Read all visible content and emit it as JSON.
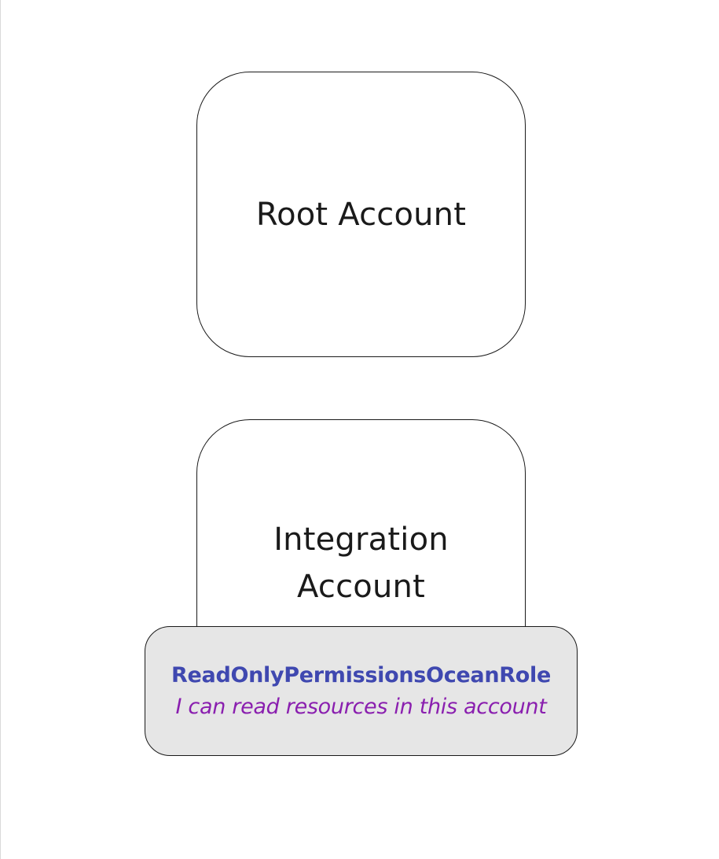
{
  "diagram": {
    "root_account": {
      "label": "Root Account"
    },
    "integration_account": {
      "label_line1": "Integration",
      "label_line2": "Account"
    },
    "role": {
      "name": "ReadOnlyPermissionsOceanRole",
      "description": "I can read resources in this account",
      "name_color": "#3f48b0",
      "description_color": "#8a1faf",
      "fill_color": "#e6e6e6"
    }
  }
}
